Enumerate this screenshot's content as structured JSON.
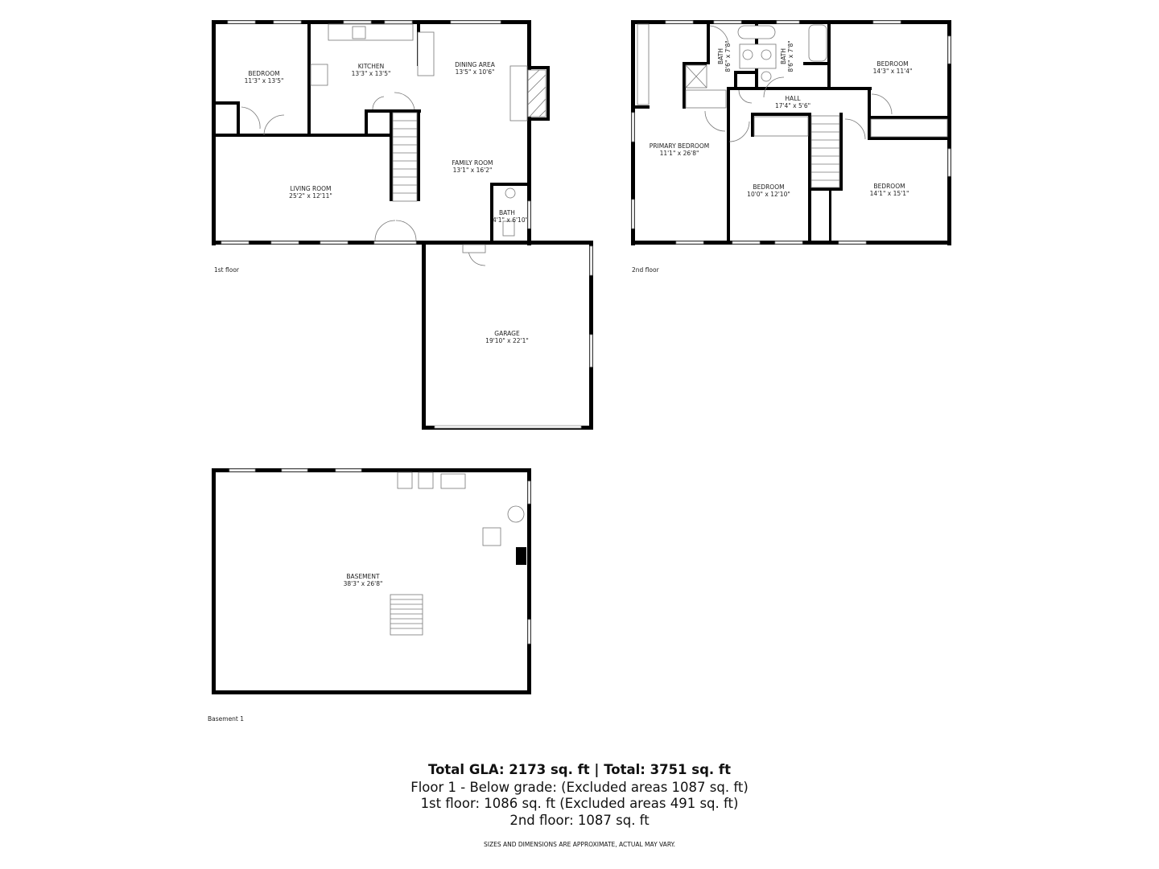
{
  "floors": {
    "first": {
      "label": "1st floor",
      "rooms": [
        {
          "name": "BEDROOM",
          "size": "11'3\" x 13'5\""
        },
        {
          "name": "KITCHEN",
          "size": "13'3\" x 13'5\""
        },
        {
          "name": "DINING AREA",
          "size": "13'5\" x 10'6\""
        },
        {
          "name": "FAMILY ROOM",
          "size": "13'1\" x 16'2\""
        },
        {
          "name": "LIVING ROOM",
          "size": "25'2\" x 12'11\""
        },
        {
          "name": "BATH",
          "size": "4'1\" x 6'10\""
        },
        {
          "name": "GARAGE",
          "size": "19'10\" x 22'1\""
        }
      ]
    },
    "second": {
      "label": "2nd floor",
      "rooms": [
        {
          "name": "BATH",
          "size": "8'6\" x 7'8\""
        },
        {
          "name": "BATH",
          "size": "8'6\" x 7'8\""
        },
        {
          "name": "BEDROOM",
          "size": "14'3\" x 11'4\""
        },
        {
          "name": "HALL",
          "size": "17'4\" x 5'6\""
        },
        {
          "name": "PRIMARY BEDROOM",
          "size": "11'1\" x 26'8\""
        },
        {
          "name": "BEDROOM",
          "size": "10'0\" x 12'10\""
        },
        {
          "name": "BEDROOM",
          "size": "14'1\" x 15'1\""
        }
      ]
    },
    "basement": {
      "label": "Basement 1",
      "rooms": [
        {
          "name": "BASEMENT",
          "size": "38'3\" x 26'8\""
        }
      ]
    }
  },
  "summary": {
    "total": "Total GLA: 2173 sq. ft | Total: 3751 sq. ft",
    "below_grade": "Floor 1 - Below grade: (Excluded areas 1087 sq. ft)",
    "first_floor": "1st floor: 1086 sq. ft (Excluded areas 491 sq. ft)",
    "second_floor": "2nd floor: 1087 sq. ft",
    "disclaimer": "SIZES AND DIMENSIONS ARE APPROXIMATE, ACTUAL MAY VARY."
  }
}
